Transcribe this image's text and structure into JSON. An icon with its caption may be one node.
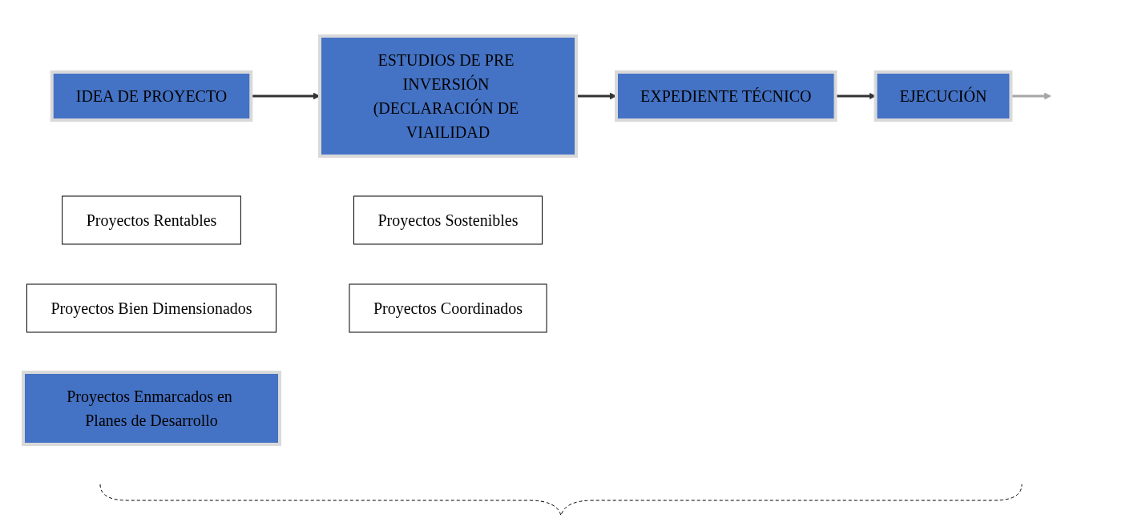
{
  "diagram": {
    "nodes": [
      {
        "text": [
          "IDEA DE PROYECTO"
        ]
      },
      {
        "text": [
          "ESTUDIOS DE PRE INVERSIÓN (DECLARACIÓN DE VIAILIDAD"
        ]
      },
      {
        "text": [
          "EXPEDIENTE TÉCNICO"
        ]
      },
      {
        "text": [
          "EJECUCIÓN"
        ]
      },
      {
        "text": [
          "Proyectos Rentables"
        ]
      },
      {
        "text": [
          "Proyectos Sostenibles"
        ]
      },
      {
        "text": [
          "Proyectos Bien Dimensionados"
        ]
      },
      {
        "text": [
          "Proyectos Coordinados"
        ]
      },
      {
        "text": [
          "Proyectos Enmarcados en Planes de Desarrollo"
        ]
      }
    ],
    "edges": [
      {
        "from": 0,
        "to": 1,
        "arrow": "to"
      },
      {
        "from": 1,
        "to": 2,
        "arrow": "to"
      },
      {
        "from": 2,
        "to": 3,
        "arrow": "to"
      },
      {
        "from": 3,
        "to": null,
        "arrow": "to",
        "color": "#a6a6a6"
      }
    ]
  }
}
